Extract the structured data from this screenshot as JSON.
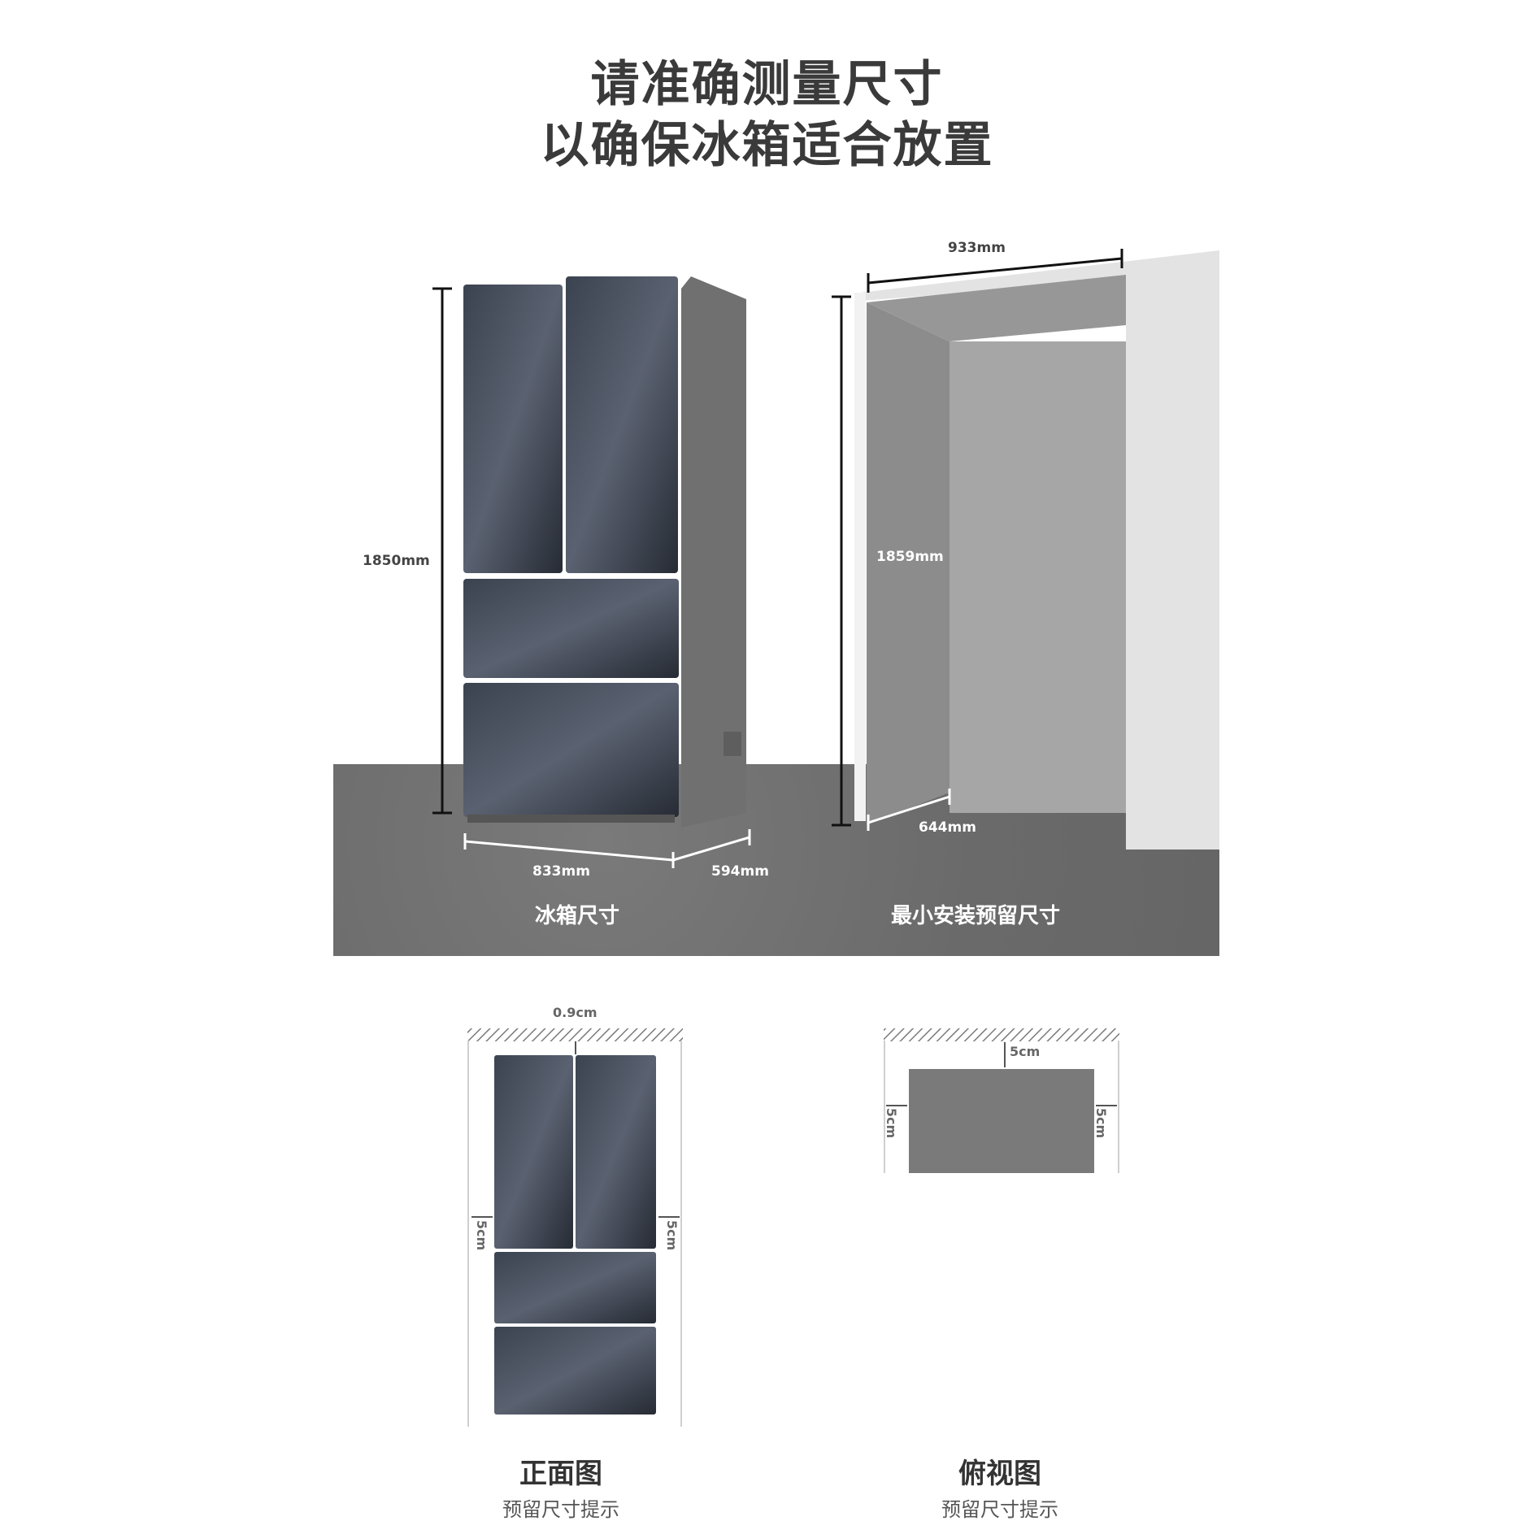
{
  "header": {
    "line1": "请准确测量尺寸",
    "line2": "以确保冰箱适合放置"
  },
  "product_panel": {
    "height_label": "1850mm",
    "width_label": "833mm",
    "depth_label": "594mm",
    "caption": "冰箱尺寸"
  },
  "niche_panel": {
    "width_label": "933mm",
    "height_label": "1859mm",
    "depth_label": "644mm",
    "caption": "最小安装预留尺寸"
  },
  "front_view": {
    "top_gap": "0.9cm",
    "left_gap": "5cm",
    "right_gap": "5cm",
    "title": "正面图",
    "subtitle": "预留尺寸提示"
  },
  "top_view": {
    "back_gap": "5cm",
    "left_gap": "5cm",
    "right_gap": "5cm",
    "title": "俯视图",
    "subtitle": "预留尺寸提示"
  },
  "colors": {
    "floor": "#6f6f6f",
    "fridge_door": "#2e3440",
    "wall_dark": "#8c8c8c",
    "wall_mid": "#a6a6a6",
    "wall_light": "#e6e6e6",
    "top_view_box": "#7a7a7a"
  }
}
